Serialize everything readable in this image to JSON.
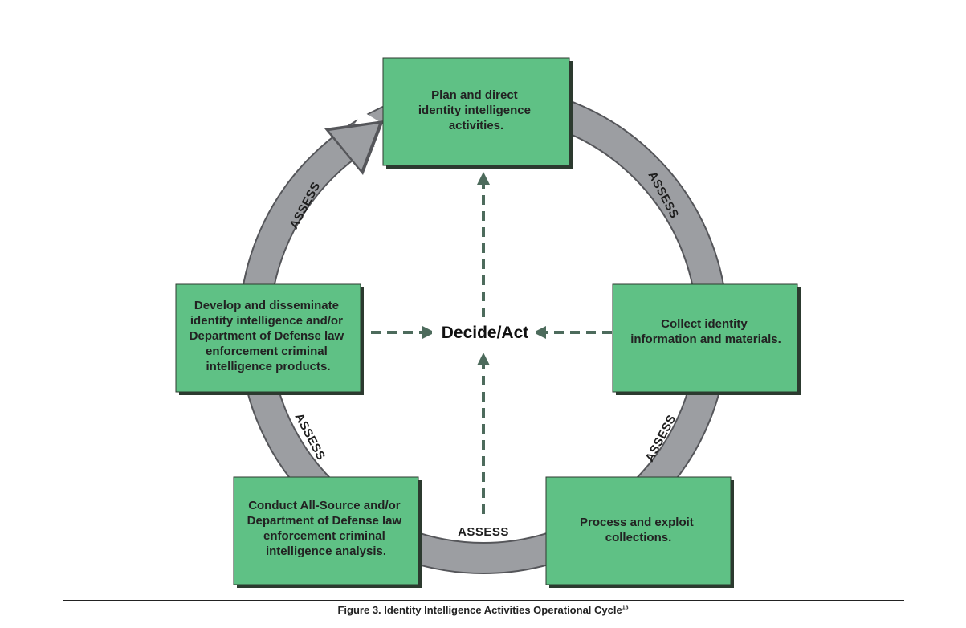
{
  "diagram": {
    "colors": {
      "box_fill": "#5fc185",
      "box_stroke": "#2c3a2f",
      "ring": "#9c9ea2",
      "ring_edge": "#55565a",
      "dashed_arrow": "#4d6b5c"
    },
    "center_label": "Decide/Act",
    "boxes": {
      "plan": [
        "Plan and direct",
        "identity intelligence",
        "activities."
      ],
      "collect": [
        "Collect identity",
        "information and materials."
      ],
      "process": [
        "Process and exploit",
        "collections."
      ],
      "conduct": [
        "Conduct All-Source and/or",
        "Department of Defense law",
        "enforcement criminal",
        "intelligence analysis."
      ],
      "develop": [
        "Develop and disseminate",
        "identity intelligence and/or",
        "Department of Defense law",
        "enforcement criminal",
        "intelligence products."
      ]
    },
    "assess_labels": {
      "upper_right": "ASSESS",
      "lower_right": "ASSESS",
      "bottom": "ASSESS",
      "lower_left": "ASSESS",
      "upper_left": "ASSESS"
    }
  },
  "caption": {
    "text": "Figure 3. Identity Intelligence Activities Operational Cycle",
    "footnote": "18"
  }
}
